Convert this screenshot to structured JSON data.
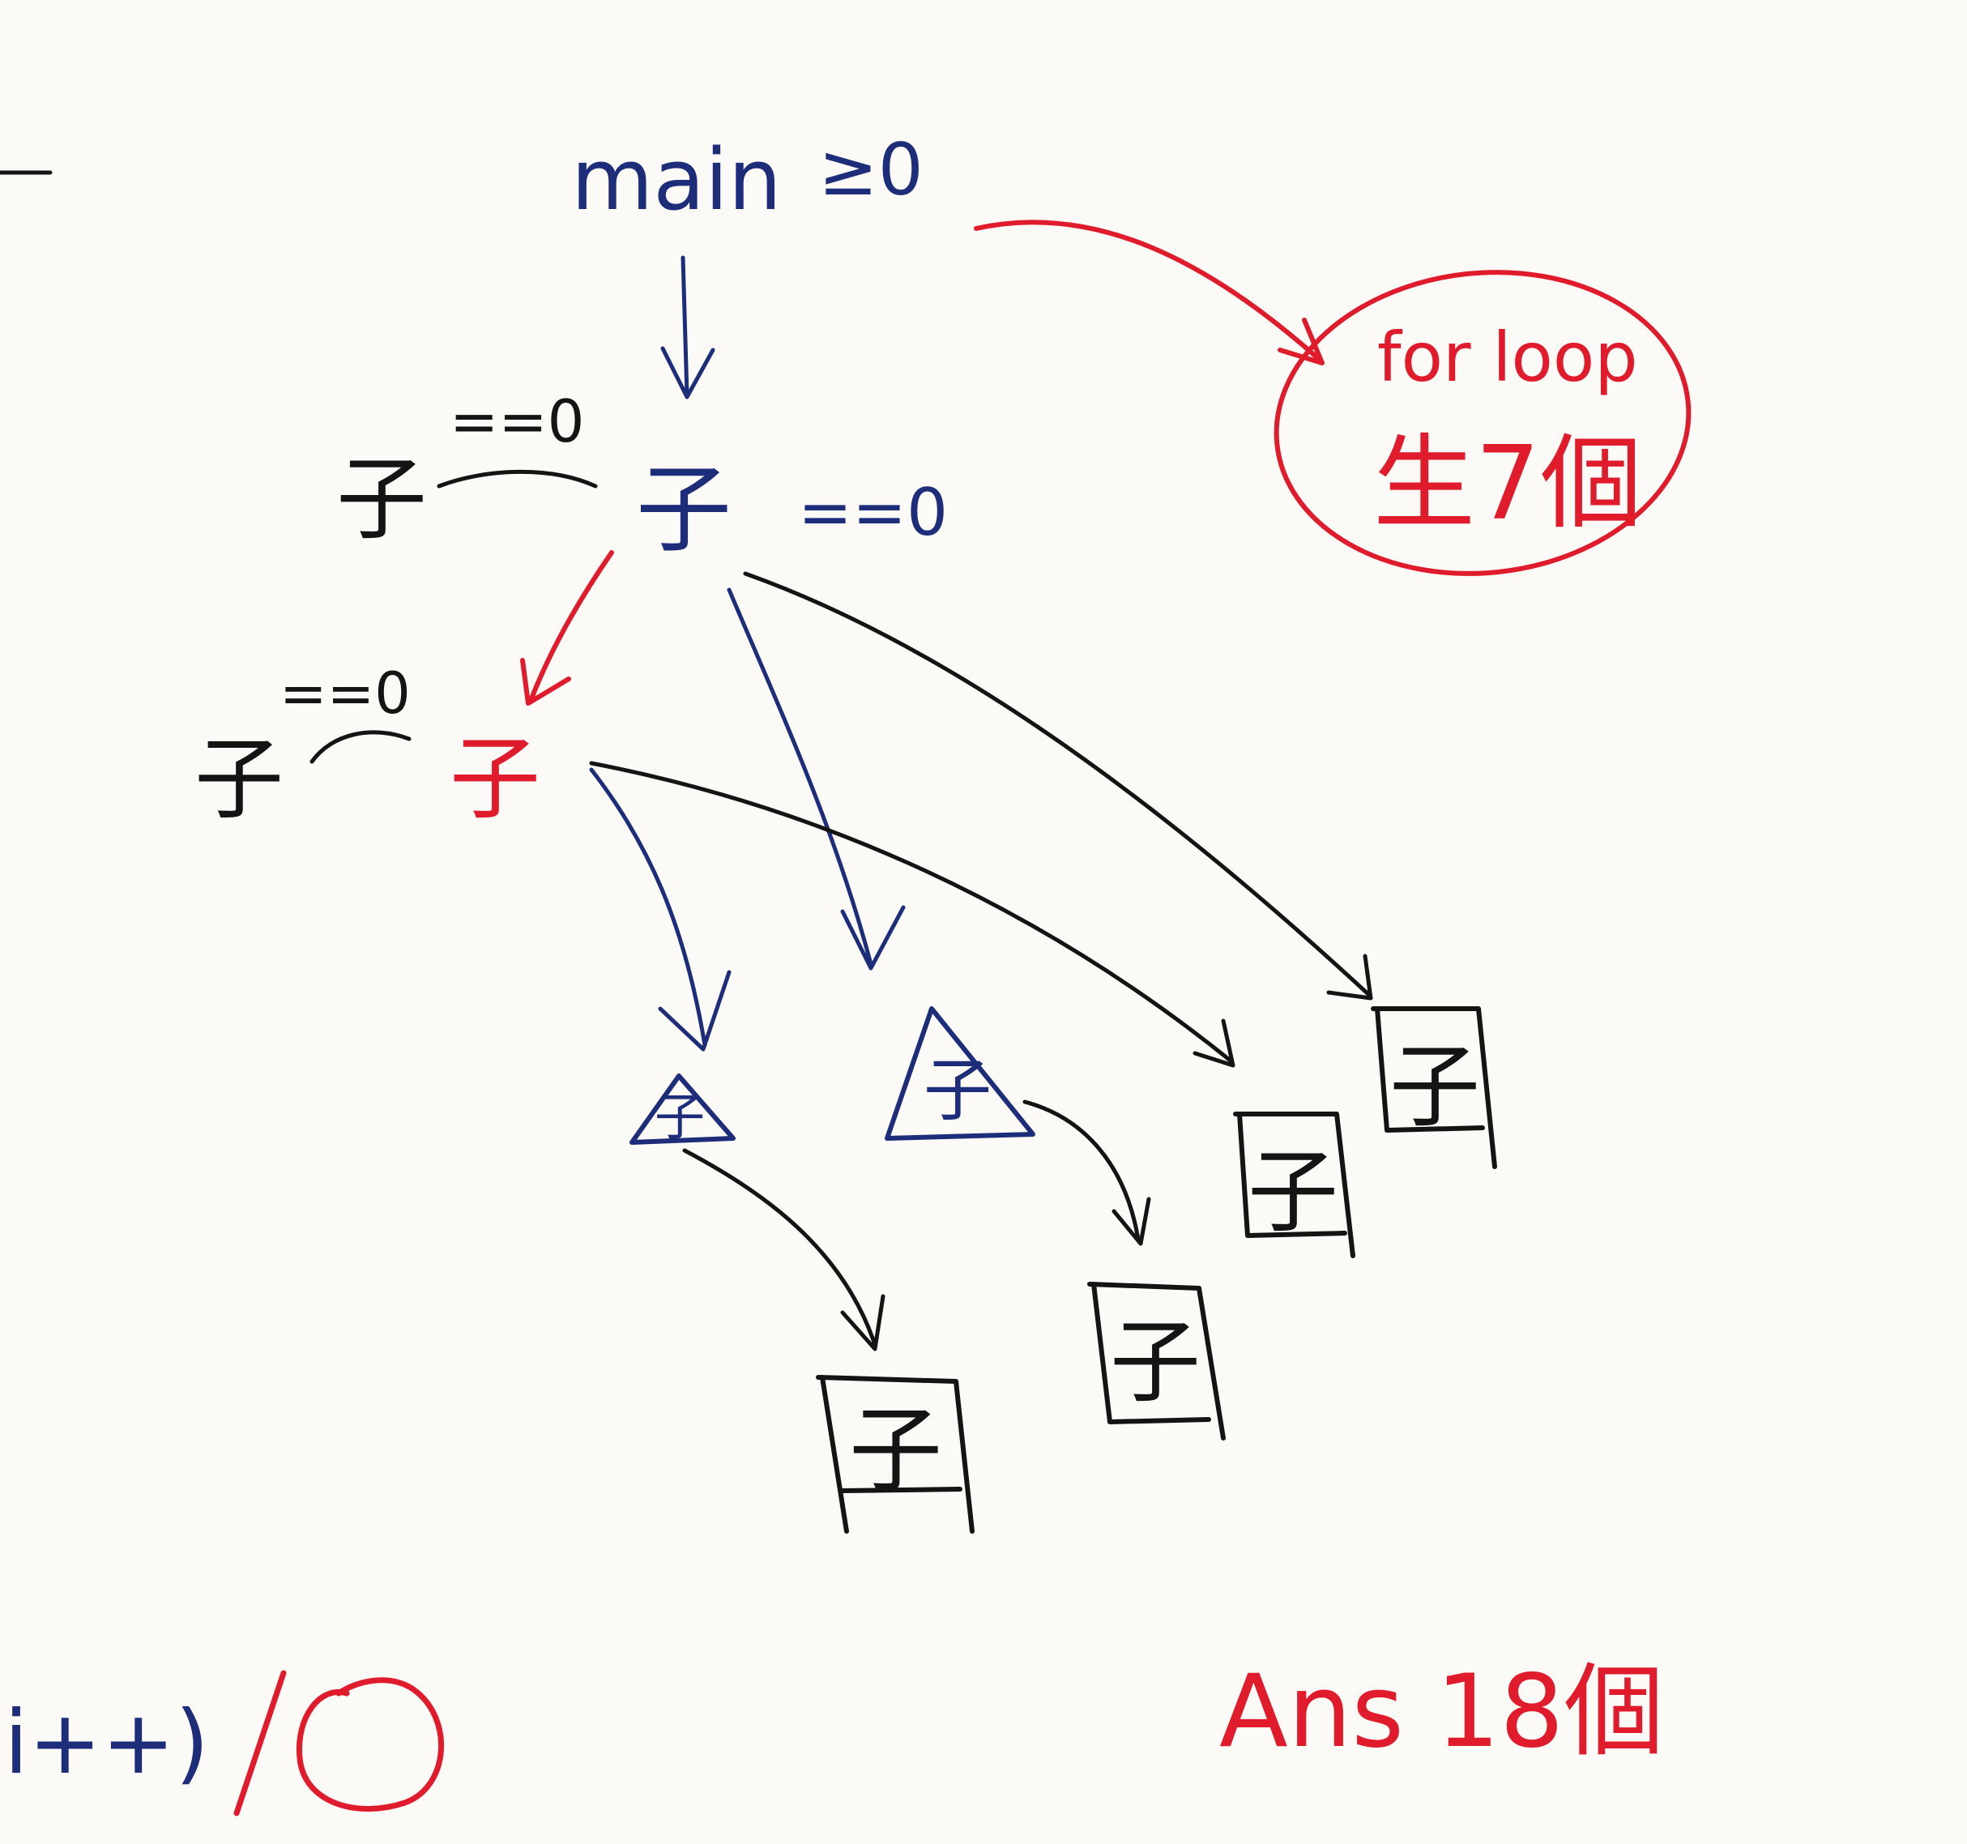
{
  "colors": {
    "blue": "#1d2d7a",
    "black": "#141414",
    "red": "#e01b2c",
    "paper": "#fbfaf7"
  },
  "nodes": {
    "main_label": "main",
    "main_cond": "≥0",
    "child_char": "子",
    "child_cond": "==0",
    "note_line1": "for loop",
    "note_line2": "生7個",
    "code_fragment": "i++)",
    "answer": "Ans 18個"
  }
}
